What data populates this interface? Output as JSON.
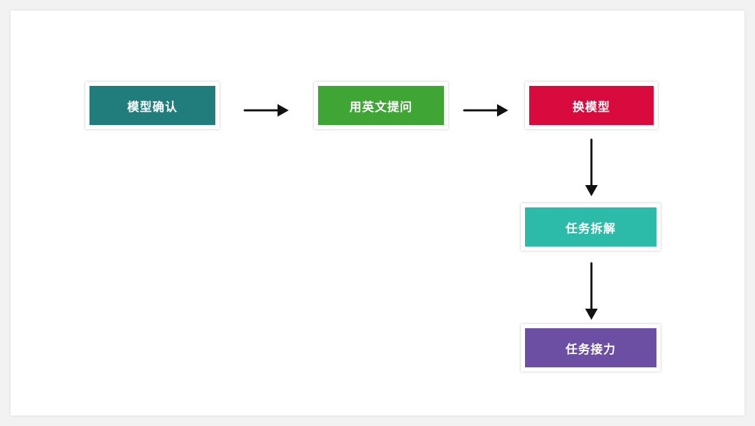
{
  "nodes": {
    "confirm_model": {
      "label": "模型确认",
      "color": "#207d7b"
    },
    "ask_in_english": {
      "label": "用英文提问",
      "color": "#3fa534"
    },
    "switch_model": {
      "label": "换模型",
      "color": "#d90a3e"
    },
    "task_split": {
      "label": "任务拆解",
      "color": "#2cbaa9"
    },
    "task_relay": {
      "label": "任务接力",
      "color": "#6c4fa3"
    }
  },
  "edges": [
    {
      "from": "模型确认",
      "to": "用英文提问"
    },
    {
      "from": "用英文提问",
      "to": "换模型"
    },
    {
      "from": "换模型",
      "to": "任务拆解"
    },
    {
      "from": "任务拆解",
      "to": "任务接力"
    }
  ],
  "arrow_color": "#111111"
}
